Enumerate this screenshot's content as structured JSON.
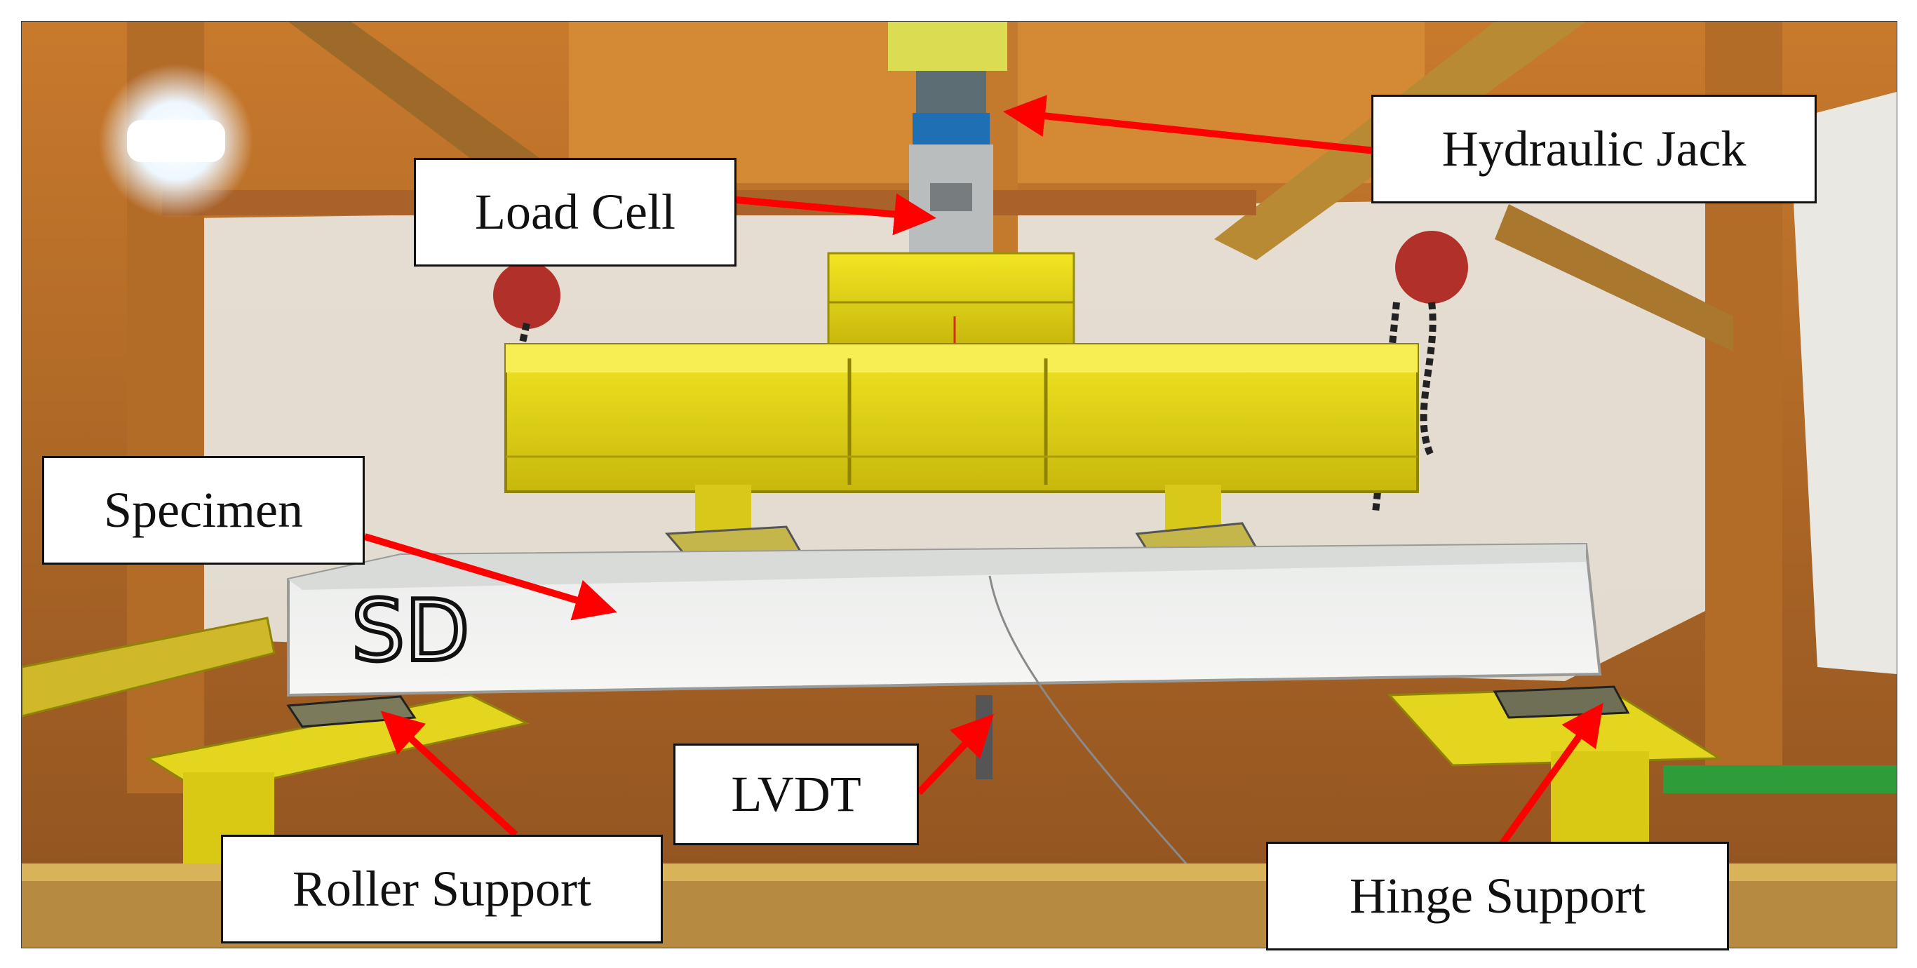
{
  "labels": {
    "hydraulic_jack": "Hydraulic Jack",
    "load_cell": "Load Cell",
    "specimen": "Specimen",
    "lvdt": "LVDT",
    "roller_support": "Roller Support",
    "hinge_support": "Hinge Support"
  },
  "specimen_marking": "SD",
  "colors": {
    "frame_orange": "#d9862f",
    "loading_beam_yellow": "#e8dc12",
    "specimen_white": "#f2f2ef",
    "arrow_red": "#ff0000",
    "label_border": "#111111"
  }
}
